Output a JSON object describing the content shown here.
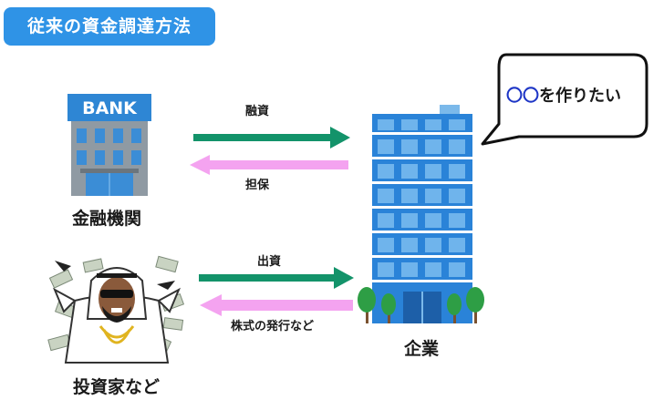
{
  "title": "従来の資金調達方法",
  "bank": {
    "sign": "BANK",
    "label": "金融機関"
  },
  "investor": {
    "label": "投資家など"
  },
  "company": {
    "label": "企業"
  },
  "speech_bubble": {
    "circles": "〇〇",
    "text": "を作りたい"
  },
  "arrows": {
    "loan": "融資",
    "collateral": "担保",
    "investment": "出資",
    "share_issue": "株式の発行など"
  },
  "colors": {
    "title_bg": "#2f93e6",
    "arrow_green": "#13936a",
    "arrow_pink": "#f4a3f0",
    "building_blue": "#2a83d8",
    "circles_blue": "#1e36c6"
  }
}
